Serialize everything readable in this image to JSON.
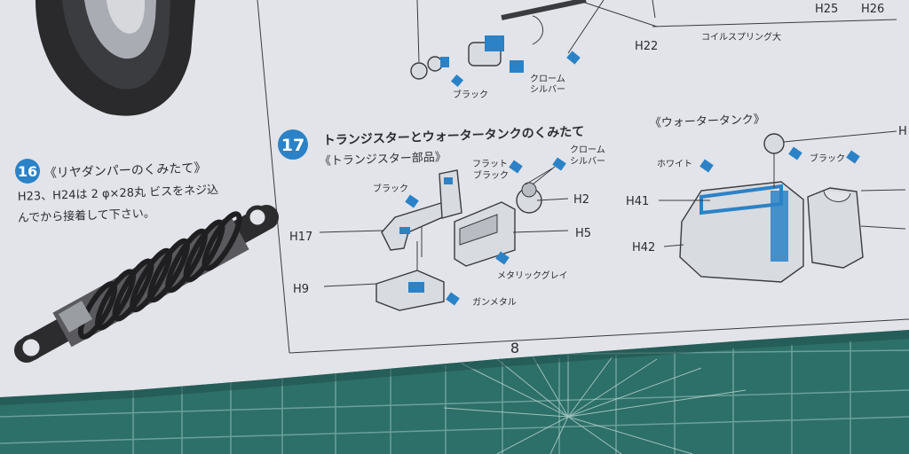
{
  "page_number": "8",
  "step16": {
    "number": "16",
    "title": "《リヤダンパーのくみたて》",
    "text_line1": "H23、H24は 2 φ×28丸 ビスをネジ込",
    "text_line2": "んでから接着して下さい。"
  },
  "step17": {
    "number": "17",
    "title": "トランジスターとウォータータンクのくみたて",
    "subtitle": "《トランジスター部品》"
  },
  "water_tank_title": "《ウォータータンク》",
  "top_labels": {
    "black": "ブラック",
    "chrome": "クローム",
    "silver": "シルバー",
    "h22": "H22",
    "coil_spring": "コイルスプリング大",
    "h25": "H25",
    "h26": "H26"
  },
  "transistor_labels": {
    "flat": "フラット",
    "flat_black": "ブラック",
    "chrome": "クローム",
    "silver": "シルバー",
    "black": "ブラック",
    "h2": "H2",
    "h17": "H17",
    "h5": "H5",
    "metallic_gray": "メタリックグレイ",
    "h9": "H9",
    "gunmetal": "ガンメタル"
  },
  "tank_labels": {
    "white": "ホワイト",
    "black": "ブラック",
    "h41": "H41",
    "h42": "H42",
    "h_right": "H"
  },
  "colors": {
    "paint_blue": "#2b82c6",
    "paper": "#e3e5ea",
    "mat": "#2c6e68"
  }
}
